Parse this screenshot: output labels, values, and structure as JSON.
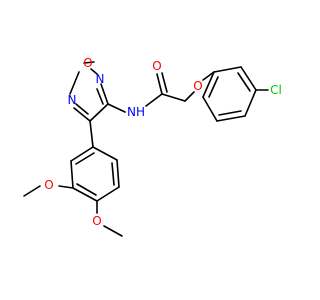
{
  "colors": {
    "bond": "#000000",
    "oxygen": "#ff0000",
    "nitrogen": "#0000ff",
    "chlorine": "#00cc00",
    "background": "#ffffff"
  },
  "labels": {
    "ring_oxygen": "O",
    "ring_nitrogen_top": "N",
    "ring_nitrogen_left": "N",
    "amide_nh": "NH",
    "carbonyl_oxygen": "O",
    "ether_oxygen": "O",
    "chlorine": "Cl",
    "methoxy_oxygen_upper": "O",
    "methoxy_oxygen_lower": "O"
  }
}
